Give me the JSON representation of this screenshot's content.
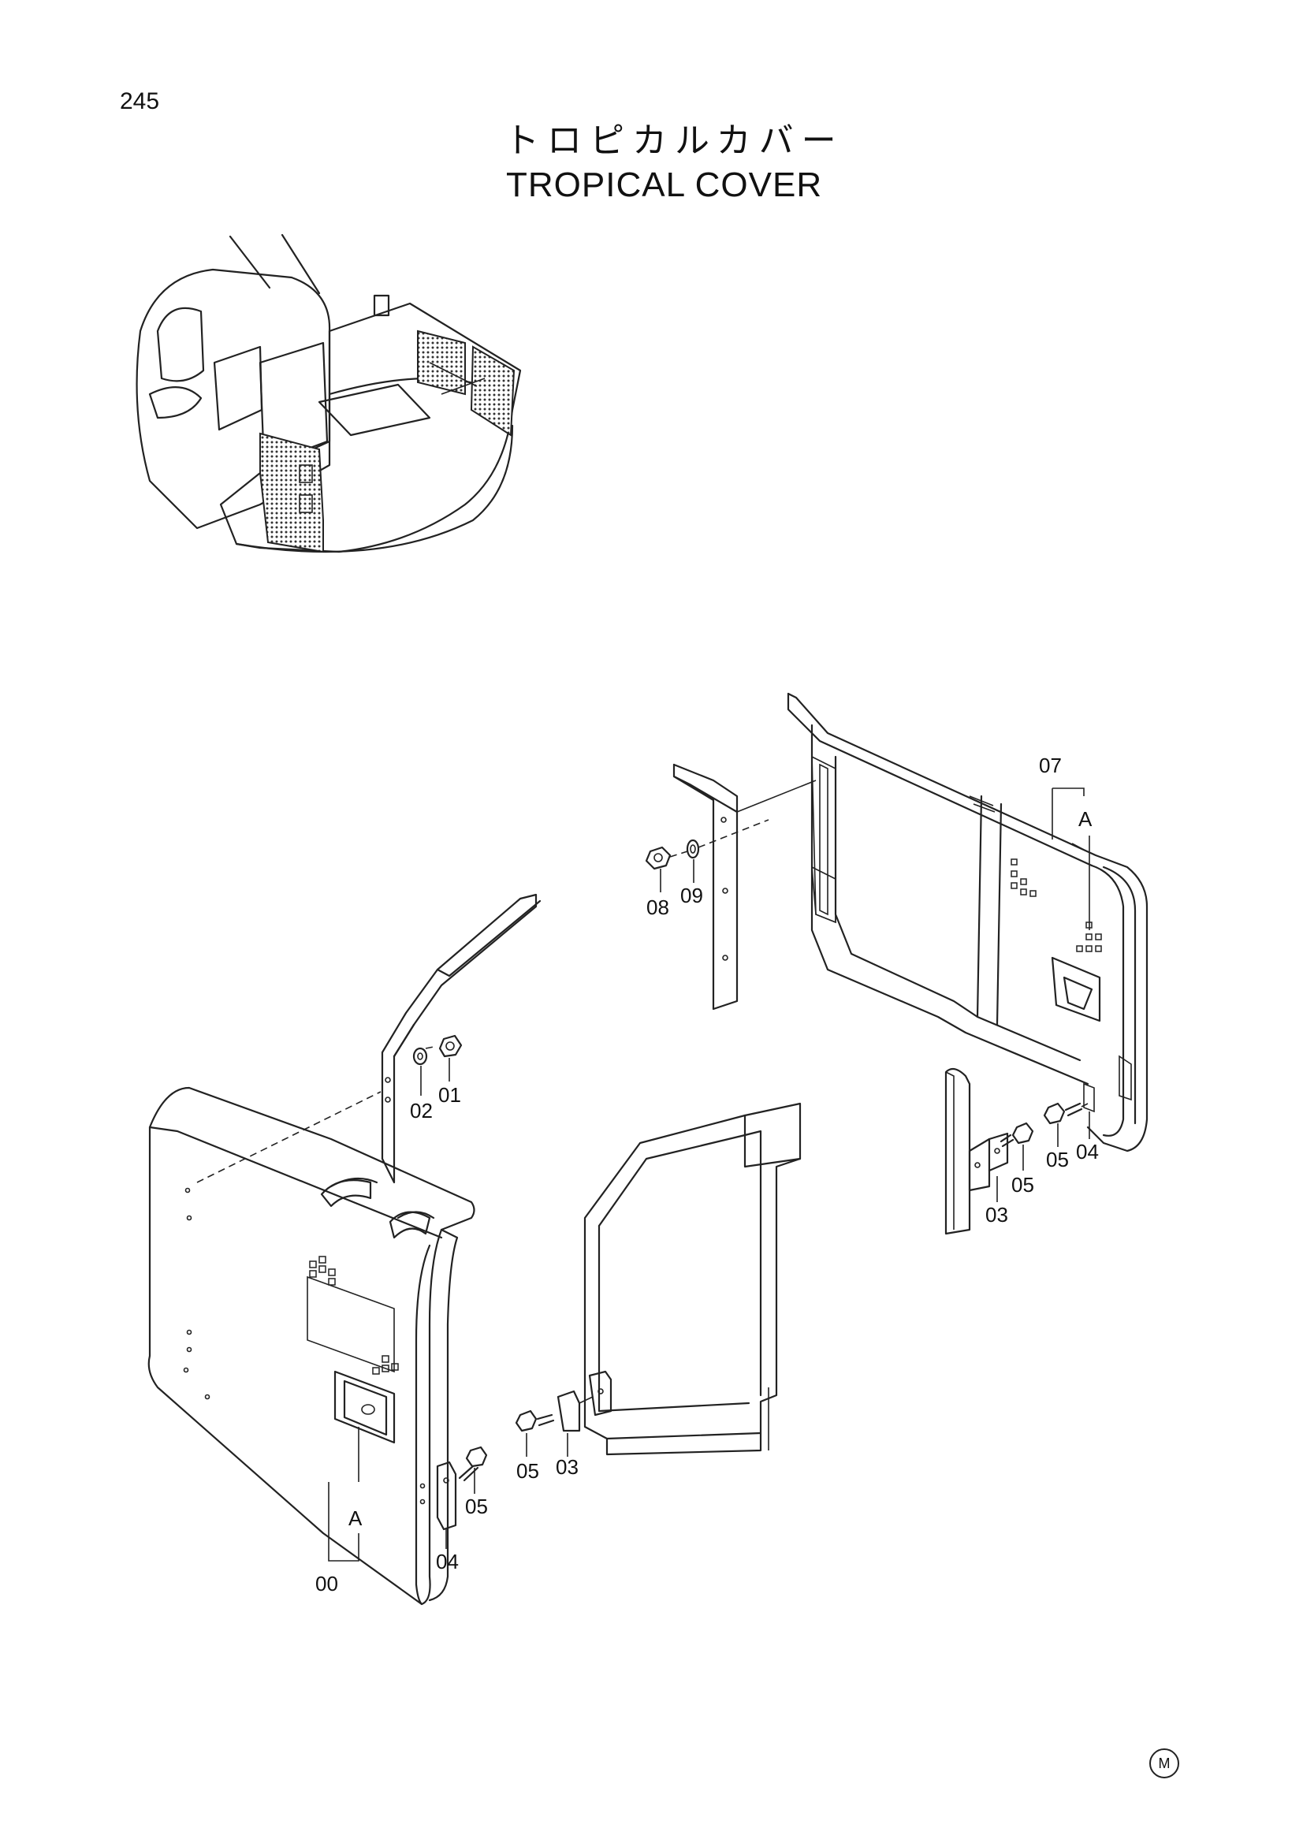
{
  "page": {
    "number": "245",
    "mark": "M"
  },
  "title": {
    "japanese": "トロピカルカバー",
    "english": "TROPICAL COVER"
  },
  "callouts": [
    {
      "id": "c07",
      "label": "07"
    },
    {
      "id": "cA-right",
      "label": "A"
    },
    {
      "id": "c08",
      "label": "08"
    },
    {
      "id": "c09",
      "label": "09"
    },
    {
      "id": "c02",
      "label": "02"
    },
    {
      "id": "c01",
      "label": "01"
    },
    {
      "id": "c05-r1",
      "label": "05"
    },
    {
      "id": "c04-r",
      "label": "04"
    },
    {
      "id": "c05-r2",
      "label": "05"
    },
    {
      "id": "c03-r",
      "label": "03"
    },
    {
      "id": "c05-m",
      "label": "05"
    },
    {
      "id": "c03-m",
      "label": "03"
    },
    {
      "id": "c04-l",
      "label": "04"
    },
    {
      "id": "c05-l",
      "label": "05"
    },
    {
      "id": "cA-left",
      "label": "A"
    },
    {
      "id": "c00",
      "label": "00"
    }
  ]
}
